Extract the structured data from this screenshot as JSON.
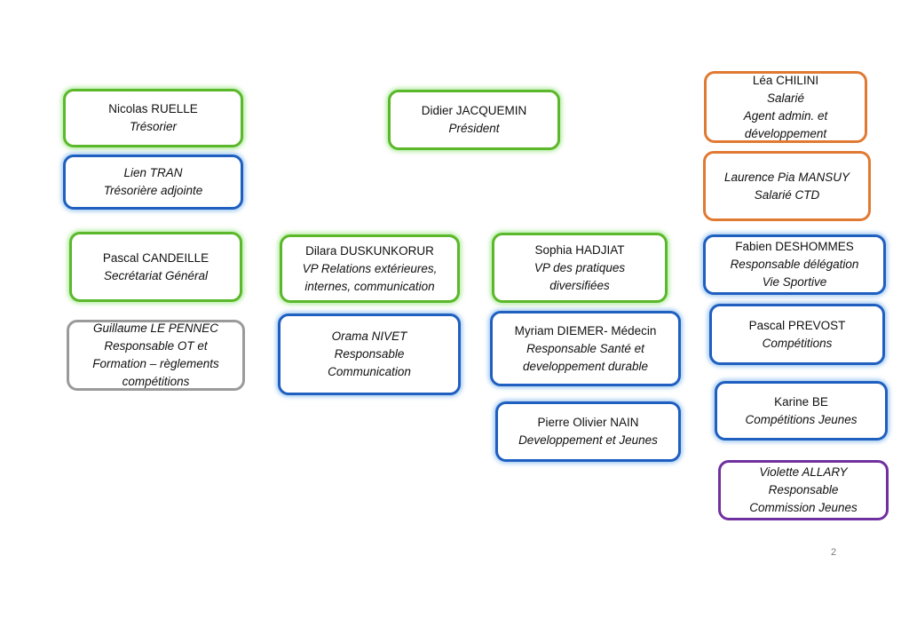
{
  "boxes": {
    "nicolas_ruelle": {
      "name": "Nicolas RUELLE",
      "role": [
        "Trésorier"
      ],
      "color": "#5ab82a"
    },
    "lien_tran": {
      "name": "",
      "role": [
        "Lien TRAN",
        "Trésorière adjointe"
      ],
      "color": "#1f5fc0"
    },
    "pascal_candeille": {
      "name": "Pascal CANDEILLE",
      "role": [
        "Secrétariat Général"
      ],
      "color": "#5ab82a"
    },
    "guillaume_le_pennec": {
      "name": "",
      "role": [
        "Guillaume LE PENNEC",
        "Responsable OT et",
        "Formation – règlements",
        "compétitions"
      ],
      "color": "#9a9a9a"
    },
    "didier_jacquemin": {
      "name": "Didier JACQUEMIN",
      "role": [
        "Président"
      ],
      "color": "#5ab82a"
    },
    "dilara_duskunkorur": {
      "name": "Dilara DUSKUNKORUR",
      "role": [
        "VP Relations extérieures,",
        "internes, communication"
      ],
      "color": "#5ab82a"
    },
    "orama_nivet": {
      "name": "",
      "role": [
        "Orama NIVET",
        "Responsable",
        "Communication"
      ],
      "color": "#1f5fc0"
    },
    "sophia_hadjiat": {
      "name": "Sophia HADJIAT",
      "role": [
        "VP des pratiques",
        "diversifiées"
      ],
      "color": "#5ab82a"
    },
    "myriam_diemer": {
      "name": "Myriam DIEMER- Médecin",
      "role": [
        "Responsable Santé et",
        "developpement durable"
      ],
      "color": "#1f5fc0"
    },
    "pierre_olivier_nain": {
      "name": "Pierre Olivier NAIN",
      "role": [
        "Developpement et Jeunes"
      ],
      "color": "#1f5fc0"
    },
    "lea_chilini": {
      "name": "Léa CHILINI",
      "role": [
        "Salarié",
        "Agent admin. et",
        "développement"
      ],
      "color": "#e07a33"
    },
    "laurence_pia_mansuy": {
      "name": "",
      "role": [
        "Laurence Pia MANSUY",
        "Salarié CTD"
      ],
      "color": "#e07a33"
    },
    "fabien_deshommes": {
      "name": "Fabien DESHOMMES",
      "role": [
        "Responsable délégation",
        "Vie Sportive"
      ],
      "color": "#1f5fc0"
    },
    "pascal_prevost": {
      "name": "Pascal PREVOST",
      "role": [
        "Compétitions"
      ],
      "color": "#1f5fc0"
    },
    "karine_be": {
      "name": "Karine BE",
      "role": [
        "Compétitions Jeunes"
      ],
      "color": "#1f5fc0"
    },
    "violette_allary": {
      "name": "",
      "role": [
        "Violette ALLARY",
        "Responsable",
        "Commission Jeunes"
      ],
      "color": "#7030a0"
    }
  },
  "page_number": "2"
}
